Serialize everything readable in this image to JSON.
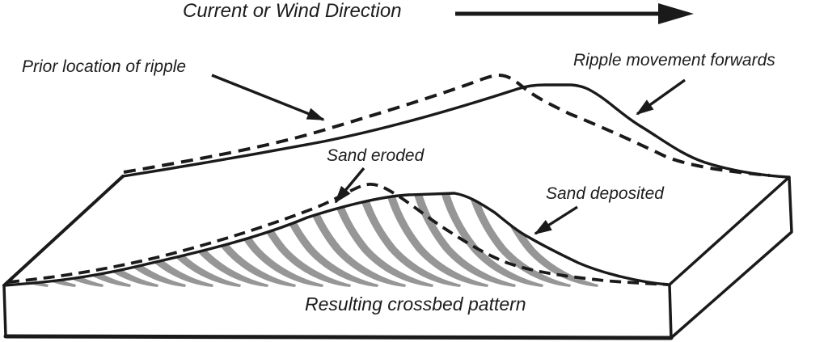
{
  "figure": {
    "title": "Current or Wind Direction",
    "labels": {
      "prior_location": "Prior location of ripple",
      "ripple_movement": "Ripple movement forwards",
      "sand_eroded": "Sand eroded",
      "sand_deposited": "Sand deposited",
      "crossbed_pattern": "Resulting crossbed pattern"
    },
    "icons": {
      "direction_arrow": "right-arrow"
    },
    "colors": {
      "ink": "#1a1a1a",
      "stripe_gray": "#969696",
      "background": "#ffffff"
    }
  }
}
